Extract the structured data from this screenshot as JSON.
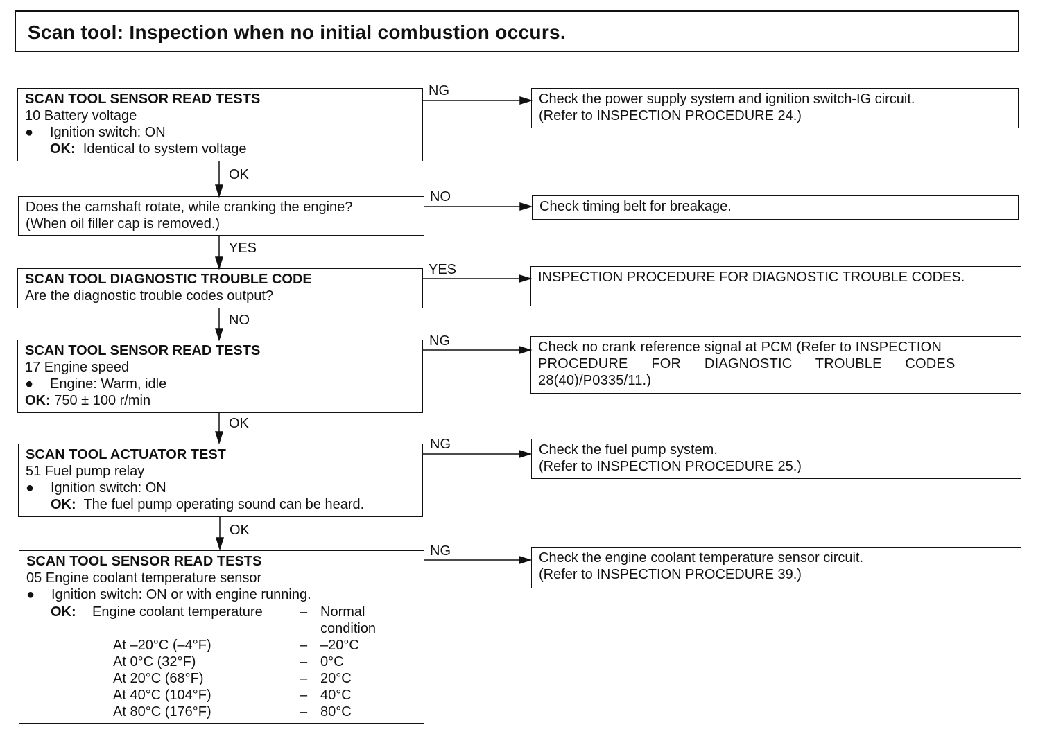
{
  "title": "Scan tool: Inspection when no initial combustion occurs.",
  "steps": [
    {
      "heading": "SCAN TOOL SENSOR READ TESTS",
      "item": "10 Battery voltage",
      "condition": "Ignition switch: ON",
      "ok_label": "OK:",
      "ok_text": "Identical to system voltage",
      "branch_label": "NG",
      "down_label": "OK",
      "result": [
        "Check the power supply system and ignition switch-IG circuit.",
        "(Refer to INSPECTION PROCEDURE 24.)"
      ]
    },
    {
      "question": [
        "Does the camshaft rotate, while cranking the engine?",
        "(When oil filler cap is removed.)"
      ],
      "branch_label": "NO",
      "down_label": "YES",
      "result": [
        "Check timing belt for breakage."
      ]
    },
    {
      "heading": "SCAN TOOL DIAGNOSTIC TROUBLE CODE",
      "question": "Are the diagnostic trouble codes output?",
      "branch_label": "YES",
      "down_label": "NO",
      "result": [
        "INSPECTION PROCEDURE FOR DIAGNOSTIC TROUBLE CODES."
      ]
    },
    {
      "heading": "SCAN TOOL SENSOR READ TESTS",
      "item": "17 Engine speed",
      "condition": "Engine: Warm, idle",
      "ok_label": "OK:",
      "ok_text": "750 ± 100 r/min",
      "branch_label": "NG",
      "down_label": "OK",
      "result": [
        "Check no crank reference signal at PCM (Refer to INSPECTION",
        "PROCEDURE FOR DIAGNOSTIC TROUBLE CODES",
        "28(40)/P0335/11.)"
      ]
    },
    {
      "heading": "SCAN TOOL ACTUATOR TEST",
      "item": "51 Fuel pump relay",
      "condition": "Ignition switch: ON",
      "ok_label": "OK:",
      "ok_text": "The fuel pump operating sound can be heard.",
      "branch_label": "NG",
      "down_label": "OK",
      "result": [
        "Check the fuel pump system.",
        "(Refer to INSPECTION PROCEDURE 25.)"
      ]
    },
    {
      "heading": "SCAN TOOL SENSOR READ TESTS",
      "item": "05 Engine coolant temperature sensor",
      "condition": "Ignition switch: ON or with engine running.",
      "ok_label": "OK:",
      "ok_text": "Engine coolant temperature",
      "dash": "–",
      "normal_label": [
        "Normal",
        "condition"
      ],
      "rows": [
        {
          "temp": "At –20°C (–4°F)",
          "value": "–20°C"
        },
        {
          "temp": "At 0°C (32°F)",
          "value": "0°C"
        },
        {
          "temp": "At 20°C (68°F)",
          "value": "20°C"
        },
        {
          "temp": "At 40°C (104°F)",
          "value": "40°C"
        },
        {
          "temp": "At 80°C (176°F)",
          "value": "80°C"
        }
      ],
      "branch_label": "NG",
      "result": [
        "Check the engine coolant temperature sensor circuit.",
        "(Refer to INSPECTION PROCEDURE 39.)"
      ]
    }
  ]
}
